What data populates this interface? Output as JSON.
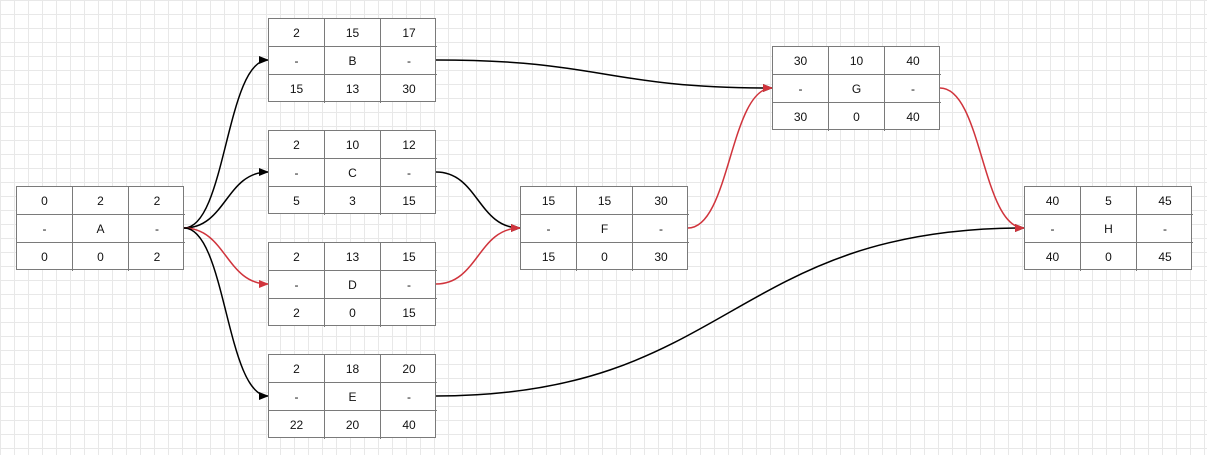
{
  "colors": {
    "normal": "#000000",
    "critical": "#d0343c"
  },
  "nodes": [
    {
      "id": "A",
      "cells": [
        "0",
        "2",
        "2",
        "-",
        "A",
        "-",
        "0",
        "0",
        "2"
      ]
    },
    {
      "id": "B",
      "cells": [
        "2",
        "15",
        "17",
        "-",
        "B",
        "-",
        "15",
        "13",
        "30"
      ]
    },
    {
      "id": "C",
      "cells": [
        "2",
        "10",
        "12",
        "-",
        "C",
        "-",
        "5",
        "3",
        "15"
      ]
    },
    {
      "id": "D",
      "cells": [
        "2",
        "13",
        "15",
        "-",
        "D",
        "-",
        "2",
        "0",
        "15"
      ]
    },
    {
      "id": "E",
      "cells": [
        "2",
        "18",
        "20",
        "-",
        "E",
        "-",
        "22",
        "20",
        "40"
      ]
    },
    {
      "id": "F",
      "cells": [
        "15",
        "15",
        "30",
        "-",
        "F",
        "-",
        "15",
        "0",
        "30"
      ]
    },
    {
      "id": "G",
      "cells": [
        "30",
        "10",
        "40",
        "-",
        "G",
        "-",
        "30",
        "0",
        "40"
      ]
    },
    {
      "id": "H",
      "cells": [
        "40",
        "5",
        "45",
        "-",
        "H",
        "-",
        "40",
        "0",
        "45"
      ]
    }
  ],
  "edges": [
    {
      "from": "A",
      "to": "B",
      "critical": false
    },
    {
      "from": "A",
      "to": "C",
      "critical": false
    },
    {
      "from": "A",
      "to": "D",
      "critical": true
    },
    {
      "from": "A",
      "to": "E",
      "critical": false
    },
    {
      "from": "B",
      "to": "G",
      "critical": false
    },
    {
      "from": "C",
      "to": "F",
      "critical": false
    },
    {
      "from": "D",
      "to": "F",
      "critical": true
    },
    {
      "from": "E",
      "to": "H",
      "critical": false
    },
    {
      "from": "F",
      "to": "G",
      "critical": true
    },
    {
      "from": "G",
      "to": "H",
      "critical": true
    }
  ]
}
